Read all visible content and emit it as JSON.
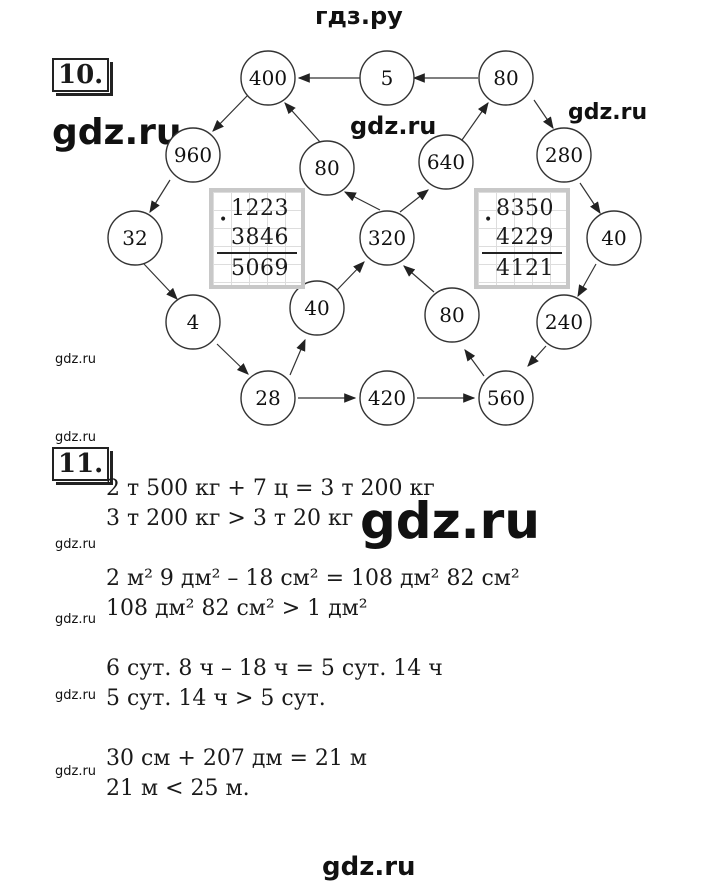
{
  "watermarks": {
    "top": "гдз.ру",
    "big1": "gdz.ru",
    "mid1": "gdz.ru",
    "right1": "gdz.ru",
    "small": "gdz.ru",
    "huge": "gdz.ru",
    "bottom": "gdz.ru"
  },
  "task10": {
    "number": "10.",
    "nodes": [
      "400",
      "5",
      "80",
      "960",
      "80",
      "640",
      "280",
      "32",
      "320",
      "40",
      "4",
      "40",
      "80",
      "240",
      "28",
      "420",
      "560"
    ],
    "calc_left": {
      "rows": [
        "1223",
        "3846",
        "5069"
      ]
    },
    "calc_right": {
      "rows": [
        "8350",
        "4229",
        "4121"
      ]
    }
  },
  "task11": {
    "number": "11.",
    "lines": [
      "2 т 500 кг + 7 ц = 3 т 200 кг",
      "3 т 200 кг > 3 т 20 кг",
      "2 м² 9 дм² – 18 см² = 108 дм² 82 см²",
      "108 дм² 82 см² > 1 дм²",
      "6 сут. 8 ч – 18 ч = 5 сут. 14 ч",
      "5 сут. 14 ч > 5 сут.",
      "30 см + 207 дм = 21 м",
      "21 м < 25 м."
    ]
  }
}
